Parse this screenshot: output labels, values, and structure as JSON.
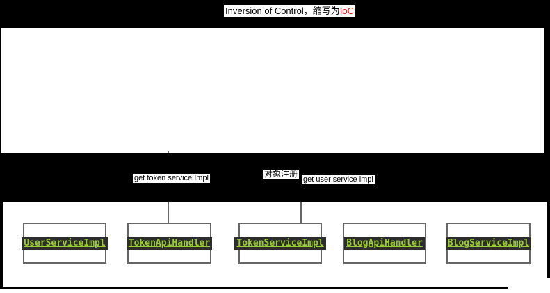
{
  "title": {
    "prefix": "Inversion of Control，缩写为",
    "accent": "IoC"
  },
  "flow_labels": {
    "get_token": "get token service Impl",
    "object_register": "对象注册",
    "get_user": "get user service impl"
  },
  "service_boxes": [
    {
      "label": "UserServiceImpl"
    },
    {
      "label": "TokenApiHandler"
    },
    {
      "label": "TokenServiceImpl"
    },
    {
      "label": "BlogApiHandler"
    },
    {
      "label": "BlogServiceImpl"
    }
  ],
  "colors": {
    "canvas_black": "#000000",
    "panel_white": "#ffffff",
    "accent_red": "#FF0000",
    "code_green": "#9ACD32",
    "code_background": "#2D2D2D",
    "connector_gray": "#666666"
  }
}
